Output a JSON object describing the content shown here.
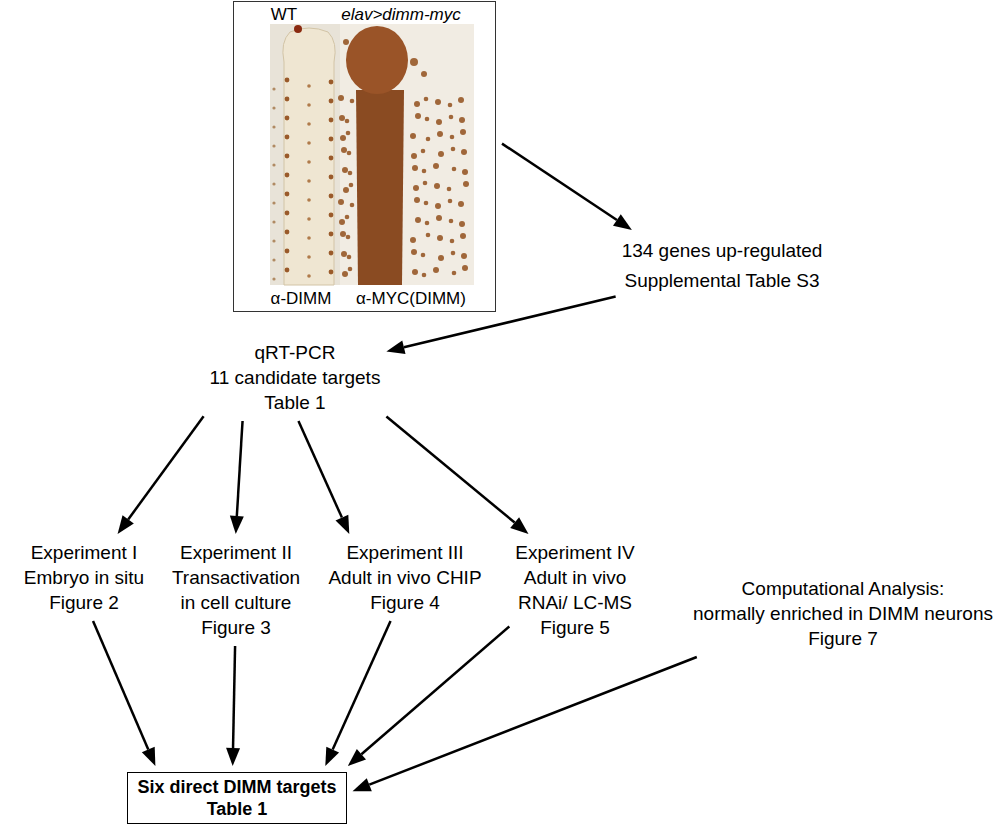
{
  "diagram": {
    "nodes": [
      {
        "text": [
          "WT",
          "elav>dimm-myc",
          "α-DIMM",
          "α-MYC(DIMM)"
        ]
      },
      {
        "text": [
          "134 genes up-regulated",
          "Supplemental Table S3"
        ]
      },
      {
        "text": [
          "qRT-PCR",
          "11 candidate targets",
          "Table 1"
        ]
      },
      {
        "text": [
          "Experiment I",
          "Embryo in situ",
          "Figure 2"
        ]
      },
      {
        "text": [
          "Experiment II",
          "Transactivation in cell culture",
          "Figure 3"
        ]
      },
      {
        "text": [
          "Experiment III",
          "Adult in vivo CHIP",
          "Figure 4"
        ]
      },
      {
        "text": [
          "Experiment IV",
          "Adult in vivo",
          "RNAi/ LC-MS",
          "Figure 5"
        ]
      },
      {
        "text": [
          "Computational Analysis:",
          "normally enriched in DIMM neurons",
          "Figure 7"
        ]
      },
      {
        "text": [
          "Six direct DIMM targets",
          "Table 1"
        ]
      }
    ],
    "edges": [
      {
        "from": 0,
        "to": 1,
        "arrow": "to"
      },
      {
        "from": 1,
        "to": 2,
        "arrow": "to"
      },
      {
        "from": 2,
        "to": 3,
        "arrow": "to"
      },
      {
        "from": 2,
        "to": 4,
        "arrow": "to"
      },
      {
        "from": 2,
        "to": 5,
        "arrow": "to"
      },
      {
        "from": 2,
        "to": 6,
        "arrow": "to"
      },
      {
        "from": 3,
        "to": 8,
        "arrow": "to"
      },
      {
        "from": 4,
        "to": 8,
        "arrow": "to"
      },
      {
        "from": 5,
        "to": 8,
        "arrow": "to"
      },
      {
        "from": 6,
        "to": 8,
        "arrow": "to"
      },
      {
        "from": 7,
        "to": 8,
        "arrow": "to"
      }
    ]
  }
}
